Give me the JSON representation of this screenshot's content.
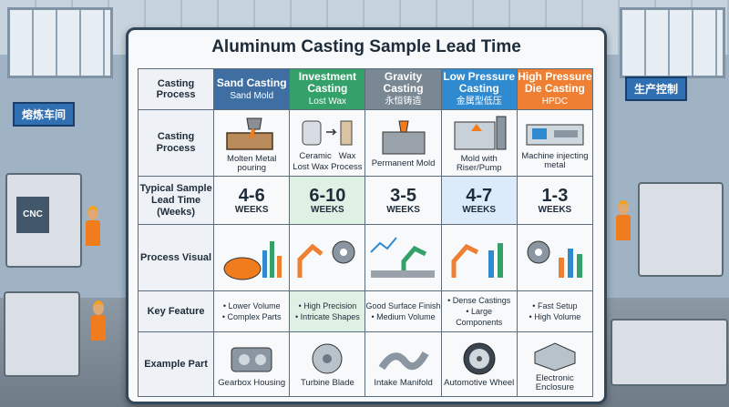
{
  "title": "Aluminum Casting Sample Lead Time",
  "signs": {
    "left": "熔炼车间",
    "right": "生产控制",
    "cnc": "CNC"
  },
  "row_labels": {
    "header": "Casting Process",
    "process": "Casting Process",
    "lead": "Typical Sample Lead Time (Weeks)",
    "visual": "Process Visual",
    "key": "Key Feature",
    "part": "Example Part"
  },
  "methods": [
    {
      "name": "Sand Casting",
      "sub": "Sand Mold",
      "color": "#3f6fa2",
      "process_caption": "Molten Metal pouring",
      "lead": "4-6",
      "unit": "WEEKS",
      "features": [
        "• Lower Volume",
        "• Complex Parts"
      ],
      "part": "Gearbox Housing"
    },
    {
      "name": "Investment Casting",
      "sub": "Lost Wax",
      "color": "#35a16a",
      "process_caption": "Lost Wax Process",
      "process_tags": [
        "Ceramic",
        "Wax"
      ],
      "lead": "6-10",
      "unit": "WEEKS",
      "features": [
        "• High Precision",
        "• Intricate Shapes"
      ],
      "part": "Turbine Blade"
    },
    {
      "name": "Gravity Casting",
      "sub": "永恒铸造",
      "color": "#7a8894",
      "process_caption": "Permanent Mold",
      "lead": "3-5",
      "unit": "WEEKS",
      "features": [
        "Good Surface Finish",
        "• Medium Volume"
      ],
      "part": "Intake Manifold"
    },
    {
      "name": "Low Pressure Casting",
      "sub": "金属型低压",
      "color": "#2f8ad0",
      "process_caption": "Mold with Riser/Pump",
      "lead": "4-7",
      "unit": "WEEKS",
      "features": [
        "• Dense Castings",
        "• Large Components"
      ],
      "part": "Automotive Wheel"
    },
    {
      "name": "High Pressure Die Casting",
      "sub": "HPDC",
      "color": "#ef8033",
      "process_caption": "Machine injecting metal",
      "lead": "1-3",
      "unit": "WEEKS",
      "features": [
        "• Fast Setup",
        "• High Volume"
      ],
      "part": "Electronic Enclosure"
    }
  ]
}
